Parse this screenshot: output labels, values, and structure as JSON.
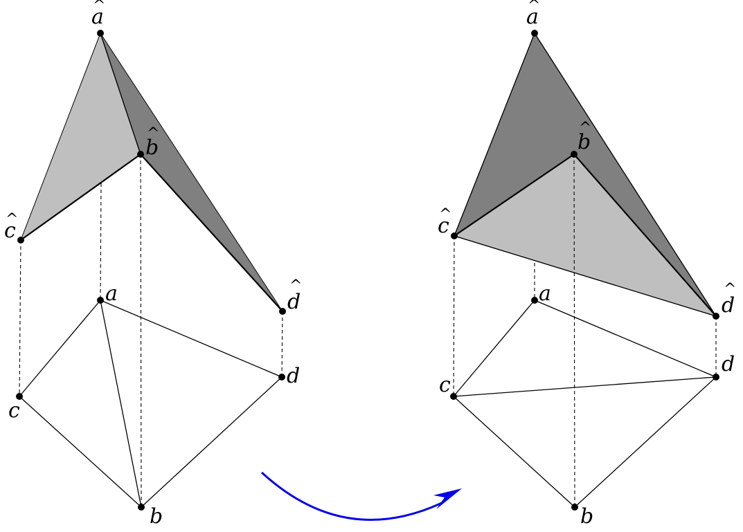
{
  "labels": {
    "a": "a",
    "b": "b",
    "c": "c",
    "d": "d",
    "hat": "^"
  },
  "colors": {
    "face_light": "#bfbfbf",
    "face_dark": "#808080",
    "arrow": "#0000ee",
    "ink": "#000000"
  }
}
